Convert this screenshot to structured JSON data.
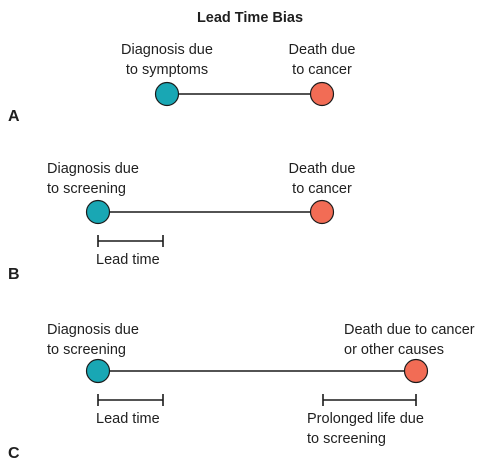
{
  "title": "Lead Time Bias",
  "colors": {
    "diagnosis": "#19a7b4",
    "death": "#f26c55",
    "line": "#1a1a1a"
  },
  "panels": {
    "A": {
      "letter": "A",
      "diagnosis_label": [
        "Diagnosis due",
        "to symptoms"
      ],
      "death_label": [
        "Death due",
        "to cancer"
      ]
    },
    "B": {
      "letter": "B",
      "diagnosis_label": [
        "Diagnosis due",
        "to screening"
      ],
      "death_label": [
        "Death due",
        "to cancer"
      ],
      "lead_time_label": "Lead time"
    },
    "C": {
      "letter": "C",
      "diagnosis_label": [
        "Diagnosis due",
        "to screening"
      ],
      "death_label": [
        "Death due to cancer",
        "or other causes"
      ],
      "lead_time_label": "Lead time",
      "prolonged_label": [
        "Prolonged life due",
        "to screening"
      ]
    }
  }
}
